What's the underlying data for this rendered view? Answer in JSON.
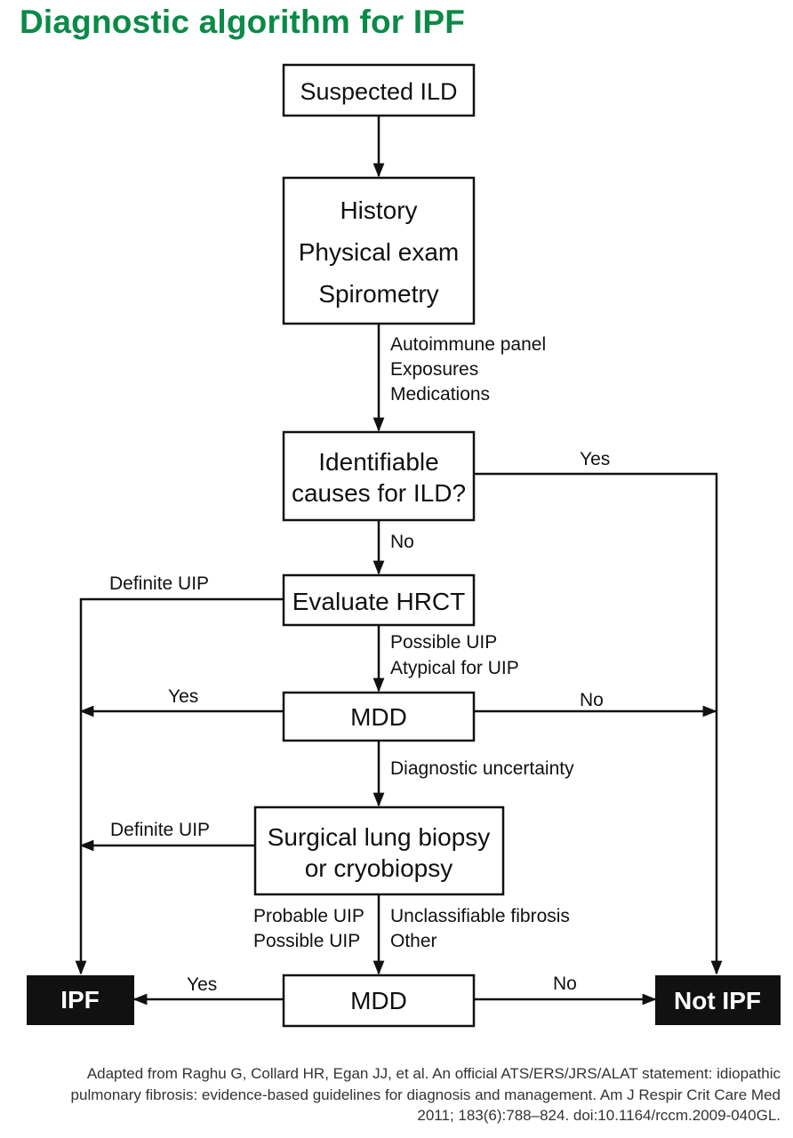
{
  "title": "Diagnostic algorithm for IPF",
  "nodes": {
    "suspected": "Suspected ILD",
    "history": [
      "History",
      "Physical exam",
      "Spirometry"
    ],
    "identifiable": [
      "Identifiable",
      "causes for ILD?"
    ],
    "hrct": "Evaluate HRCT",
    "mdd1": "MDD",
    "biopsy": [
      "Surgical lung biopsy",
      "or cryobiopsy"
    ],
    "mdd2": "MDD",
    "ipf": "IPF",
    "not_ipf": "Not IPF"
  },
  "edges": {
    "tests": [
      "Autoimmune panel",
      "Exposures",
      "Medications"
    ],
    "yes_causes": "Yes",
    "no_causes": "No",
    "definite_uip_hrct": "Definite UIP",
    "hrct_to_mdd": [
      "Possible UIP",
      "Atypical for UIP"
    ],
    "mdd1_yes": "Yes",
    "mdd1_no": "No",
    "uncertainty": "Diagnostic uncertainty",
    "definite_uip_biopsy": "Definite UIP",
    "biopsy_left": [
      "Probable UIP",
      "Possible UIP"
    ],
    "biopsy_right": [
      "Unclassifiable fibrosis",
      "Other"
    ],
    "mdd2_yes": "Yes",
    "mdd2_no": "No"
  },
  "footer": [
    "Adapted from Raghu G, Collard HR, Egan JJ, et al. An official ATS/ERS/JRS/ALAT statement: idiopathic",
    "pulmonary fibrosis: evidence-based guidelines for diagnosis and management. Am J Respir Crit Care Med",
    "2011; 183(6):788–824. doi:10.1164/rccm.2009-040GL."
  ],
  "colors": {
    "title": "#0a8a47",
    "terminal_fill": "#111111",
    "line": "#111111"
  }
}
